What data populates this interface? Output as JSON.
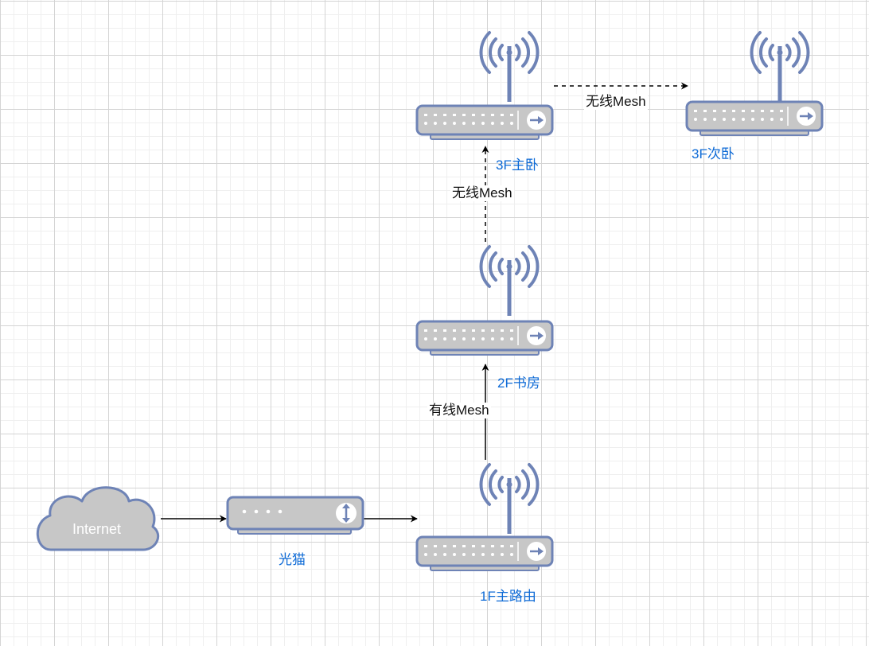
{
  "nodes": {
    "internet": {
      "label": "Internet"
    },
    "modem": {
      "label": "光猫"
    },
    "main_router": {
      "label": "1F主路由"
    },
    "study_router": {
      "label": "2F书房"
    },
    "master_bedroom_router": {
      "label": "3F主卧"
    },
    "second_bedroom_router": {
      "label": "3F次卧"
    }
  },
  "links": {
    "wired_mesh": {
      "label": "有线Mesh"
    },
    "wireless_mesh_vertical": {
      "label": "无线Mesh"
    },
    "wireless_mesh_horizontal": {
      "label": "无线Mesh"
    }
  },
  "colors": {
    "device_fill": "#c7c7c7",
    "device_stroke": "#6e83b6",
    "label_blue": "#0d6ad6"
  }
}
